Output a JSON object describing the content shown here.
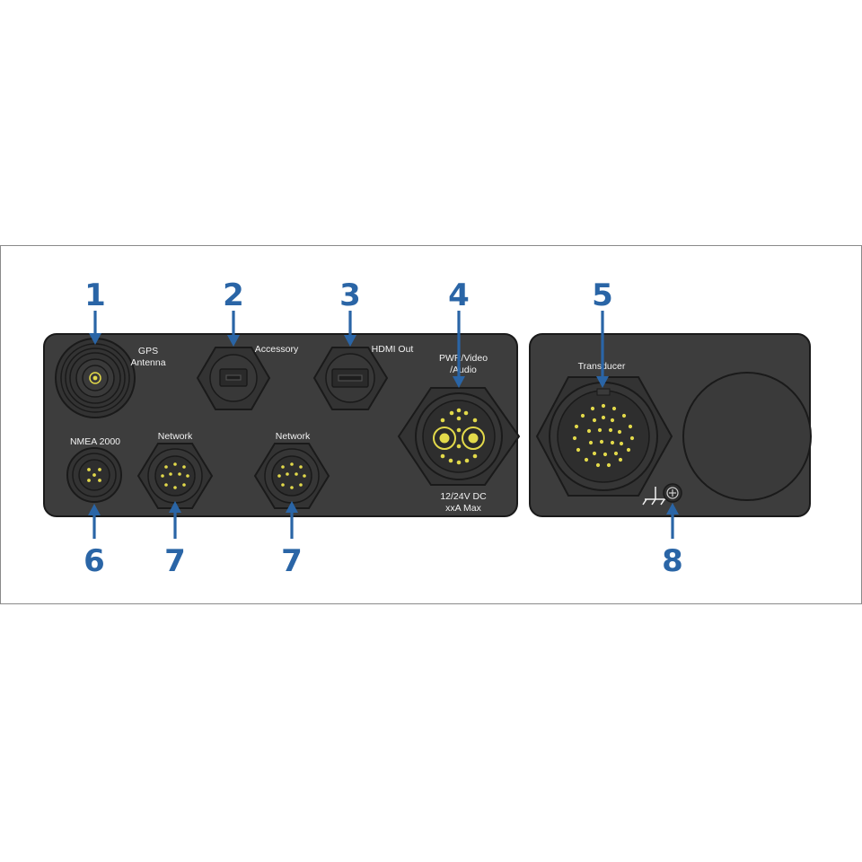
{
  "callouts": {
    "c1": "1",
    "c2": "2",
    "c3": "3",
    "c4": "4",
    "c5": "5",
    "c6": "6",
    "c7a": "7",
    "c7b": "7",
    "c8": "8"
  },
  "labels": {
    "gps_line1": "GPS",
    "gps_line2": "Antenna",
    "accessory": "Accessory",
    "hdmi": "HDMI Out",
    "pwr_line1": "PWR/Video",
    "pwr_line2": "/Audio",
    "dc_line1": "12/24V DC",
    "dc_line2": "xxA Max",
    "nmea": "NMEA 2000",
    "network_a": "Network",
    "network_b": "Network",
    "transducer": "Transducer"
  },
  "colors": {
    "callout": "#2a65a6",
    "panel": "#3d3d3d",
    "panel_edge": "#1a1a1a",
    "pin": "#e2d94a",
    "text": "#f2f2f2"
  },
  "icons": {
    "ground": "ground-symbol-icon",
    "screw": "ground-screw-icon"
  }
}
